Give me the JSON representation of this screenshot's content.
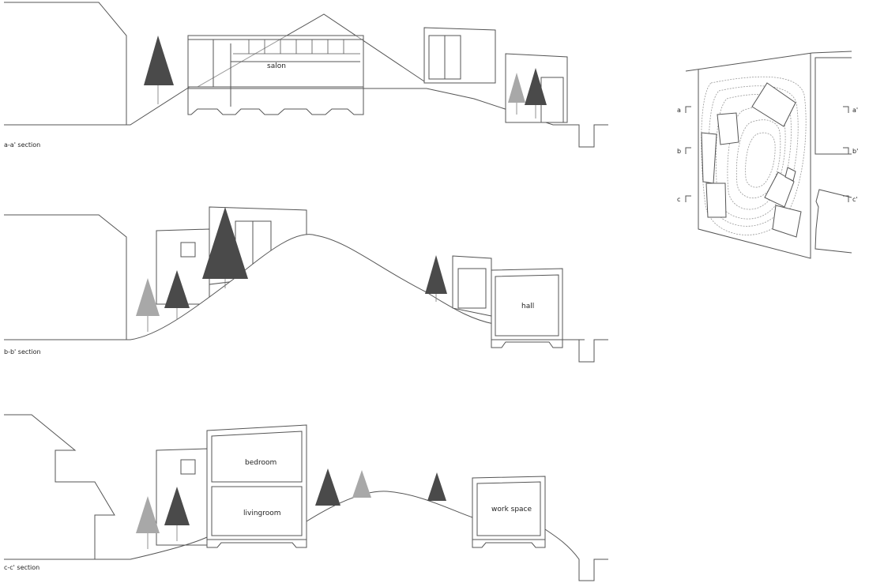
{
  "sections": [
    {
      "label": "a-a' section",
      "rooms": [
        "salon"
      ]
    },
    {
      "label": "b-b' section",
      "rooms": [
        "hall"
      ]
    },
    {
      "label": "c-c' section",
      "rooms": [
        "bedroom",
        "livingroom",
        "work space"
      ]
    }
  ],
  "plan": {
    "markers_left": [
      "a",
      "b",
      "c"
    ],
    "markers_right": [
      "a'",
      "b'",
      "c'"
    ]
  },
  "colors": {
    "tree_dark": "#4a4a4a",
    "tree_light": "#a8a8a8",
    "line": "#555555"
  }
}
